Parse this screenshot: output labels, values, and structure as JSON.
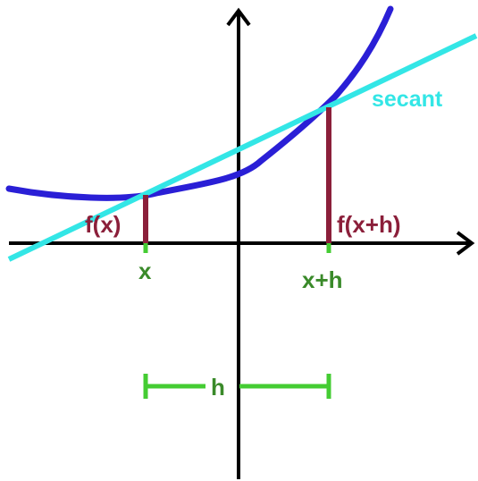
{
  "labels": {
    "secant": "secant",
    "fx": "f(x)",
    "fxh": "f(x+h)",
    "x": "x",
    "xh": "x+h",
    "h": "h"
  },
  "colors": {
    "axis": "#000000",
    "curve": "#2a1fd6",
    "secant": "#33e6e6",
    "fvalue": "#8b1f3a",
    "green": "#44cc33",
    "green_text": "#3a8a2a"
  }
}
